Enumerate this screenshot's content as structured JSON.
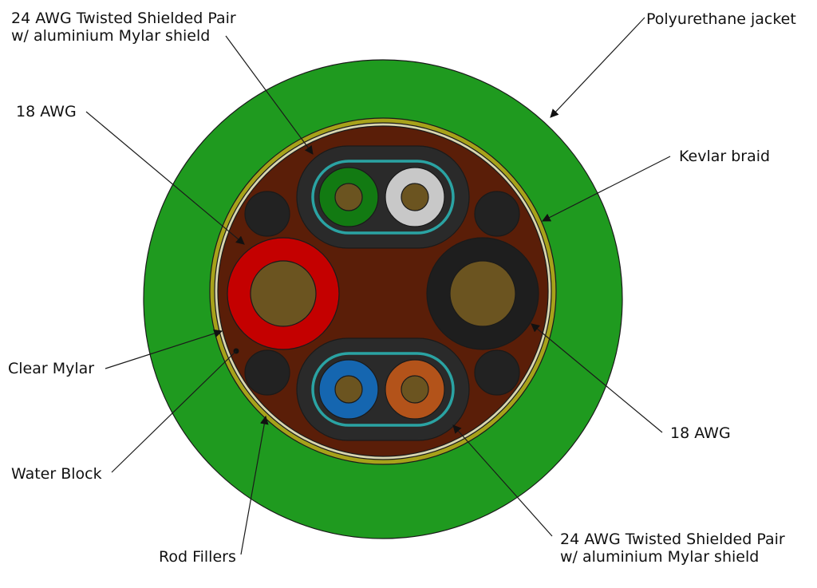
{
  "labels": {
    "twisted_pair_top_line1": "24 AWG Twisted Shielded Pair",
    "twisted_pair_top_line2": "w/ aluminium Mylar shield",
    "awg18_left": "18 AWG",
    "polyurethane_jacket": "Polyurethane jacket",
    "kevlar_braid": "Kevlar braid",
    "clear_mylar": "Clear Mylar",
    "water_block": "Water Block",
    "rod_fillers": "Rod Fillers",
    "awg18_right": "18 AWG",
    "twisted_pair_bottom_line1": "24 AWG Twisted Shielded Pair",
    "twisted_pair_bottom_line2": "w/ aluminium Mylar shield"
  },
  "colors": {
    "jacket": "#1f9a1f",
    "kevlar": "#a7a21a",
    "mylar": "#d9d6b0",
    "core": "#5a1e08",
    "filler": "#222222",
    "pair_jacket": "#2a2a2a",
    "pair_shield": "#2aa3a3",
    "conductor": "#6b5420",
    "wire_green": "#127a12",
    "wire_white": "#c8c8c8",
    "wire_blue": "#1566b0",
    "wire_orange": "#b3531a",
    "wire_red": "#c40000",
    "wire_black": "#1e1e1e"
  }
}
